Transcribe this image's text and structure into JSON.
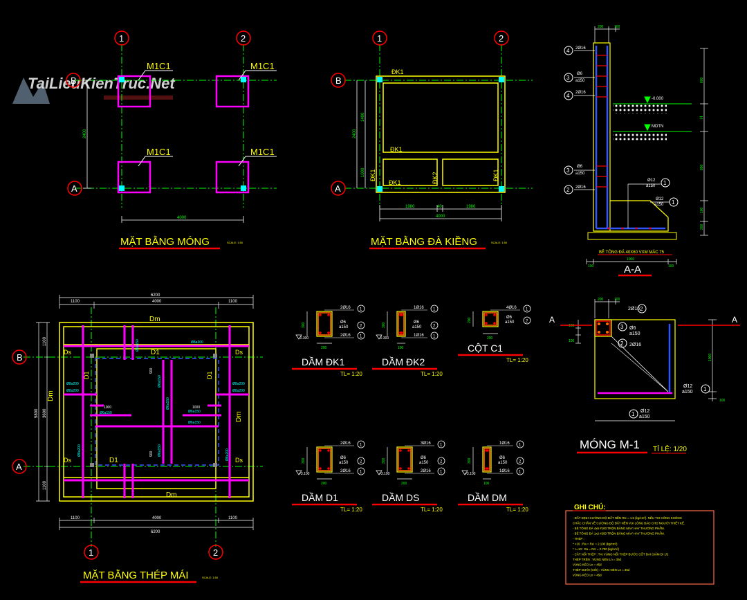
{
  "watermark": {
    "brand": "TaiLieuKienTruc.Net"
  },
  "grid_labels": {
    "one": "1",
    "two": "2",
    "a": "A",
    "b": "B"
  },
  "colors": {
    "background": "#000000",
    "magenta": "#ff00ff",
    "yellow": "#ffff00",
    "cyan": "#00ffff",
    "green": "#00ff00",
    "red": "#ff0000",
    "white": "#ffffff",
    "blue": "#3355ff",
    "orange": "#ff6a00"
  },
  "plan_mong": {
    "title": "MẶT BẰNG MÓNG",
    "scale": "SCALE: 1:50",
    "column_label": "M1C1",
    "dim_width": "4000",
    "dim_height": "2400"
  },
  "plan_da_kieng": {
    "title": "MẶT BẰNG ĐÀ KIỀNG",
    "scale": "SCALE: 1:50",
    "beam_dk1": "ĐK1",
    "beam_dk2": "ĐK2",
    "dim_1980": "1980",
    "dim_40": "40",
    "dim_4000": "4000",
    "dim_2400": "2400",
    "dim_1400": "1400",
    "dim_1000": "1000"
  },
  "section_aa": {
    "title": "A-A",
    "rebar": {
      "r2": "2Ø16",
      "r3": "Ø6",
      "r3b": "a150",
      "r4": "2Ø16",
      "r1": "Ø12",
      "r1b": "a150"
    },
    "level_0": "-0.000",
    "level_mdtn": "MDTN",
    "concrete_note": "BÊ TÔNG ĐÁ 40X60 VXM MÁC 75",
    "dims": {
      "d200": "200",
      "d100": "100",
      "d1000": "1000",
      "d850": "850",
      "d600": "600",
      "dH": "H"
    },
    "markers": [
      "1",
      "2",
      "3",
      "4"
    ]
  },
  "plan_thep_mai": {
    "title": "MẶT BẰNG THÉP MÁI",
    "scale": "SCALE: 1:50",
    "dims_top": [
      "1100",
      "4000",
      "1100"
    ],
    "dim_total": "6200",
    "dims_side": [
      "1100",
      "3600",
      "1100"
    ],
    "dim_side_total": "5800",
    "labels": {
      "dm": "Dm",
      "ds": "Ds",
      "d1": "D1"
    },
    "bar_a200": "Ø8a200",
    "bar_a150": "Ø6a150",
    "dim_1000": "1000",
    "dim_900": "900",
    "level": "-0.300"
  },
  "beam_sections": [
    {
      "title": "DẦM ĐK1",
      "scale": "TL= 1:20",
      "top": "2Ø16",
      "stir": "Ø6",
      "stir_s": "a150",
      "bot": "2Ø16",
      "level": "-0.300",
      "w": "200",
      "h": "300"
    },
    {
      "title": "DẦM ĐK2",
      "scale": "TL= 1:20",
      "top": "1Ø16",
      "stir": "Ø6",
      "stir_s": "a150",
      "bot": "1Ø16",
      "level": "-0.300",
      "w": "100",
      "h": "300"
    },
    {
      "title": "CỘT C1",
      "scale": "TL= 1:20",
      "top": "4Ø16",
      "stir": "Ø6",
      "stir_s": "a150",
      "bot": "",
      "level": "",
      "w": "200",
      "h": "200"
    },
    {
      "title": "DẦM D1",
      "scale": "TL= 1:20",
      "top": "2Ø16",
      "stir": "Ø6",
      "stir_s": "a150",
      "bot": "2Ø16",
      "level": "+3.100",
      "w": "200",
      "h": "300"
    },
    {
      "title": "DẦM DS",
      "scale": "TL= 1:20",
      "top": "3Ø16",
      "stir": "Ø6",
      "stir_s": "a150",
      "bot": "2Ø16",
      "level": "+3.100",
      "w": "200",
      "h": "300"
    },
    {
      "title": "DẦM DM",
      "scale": "TL= 1:20",
      "top": "1Ø16",
      "stir": "Ø6",
      "stir_s": "a150",
      "bot": "1Ø16",
      "level": "+3.100",
      "w": "100",
      "h": "300"
    }
  ],
  "mong_m1": {
    "title": "MÓNG M-1",
    "scale": "TỈ LỆ: 1/20",
    "cut": "A",
    "rebar": {
      "r2": "2Ø16",
      "r3": "Ø6",
      "r3b": "a150",
      "r1": "Ø12",
      "r1b": "a150"
    },
    "dims": {
      "d200": "200",
      "d100": "100",
      "d1000": "1000"
    }
  },
  "notes": {
    "heading": "GHI CHÚ:",
    "lines": [
      "- ĐẤT ĐỊNH CƯỜNG ĐỘ ĐẤT NỀN Rtc = 1.5 (kg/cm²). NẾU THI CÔNG KHÔNG",
      "  CHẮC CHẮN VỀ CƯỜNG ĐỘ ĐẤT NỀN VUI LÒNG BÁO CHO NGƯỜI THIẾT KẾ.",
      "- BÊ TÔNG ĐÁ 4x6 #100 TRỘN BẰNG MÁY HAY THƯƠNG PHẨM.",
      "- BÊ TÔNG ĐÁ 1x2 #250 TRỘN BẰNG MÁY HAY THƯƠNG PHẨM.",
      "- THÉP :",
      "   * <10 : Ra = Ra' = 2.100 (kg/cm²)",
      "   * >=10 : Ra = Ra' = 2.700 (kg/cm²)",
      "- CẮT NỐI THÉP : TẠI VÙNG NỐI THÉP BƯỚC CỐT ĐAI GIẢM ĐI 1/2",
      "   THÉP TRÊN : VÙNG NÉN Ln = 35d",
      "               VÙNG KÉO Ln = 45d",
      "   THÉP DƯỚI (GỐI) : VÙNG NÉN Ln = 35d",
      "               VÙNG KÉO Ln = 45d"
    ]
  }
}
